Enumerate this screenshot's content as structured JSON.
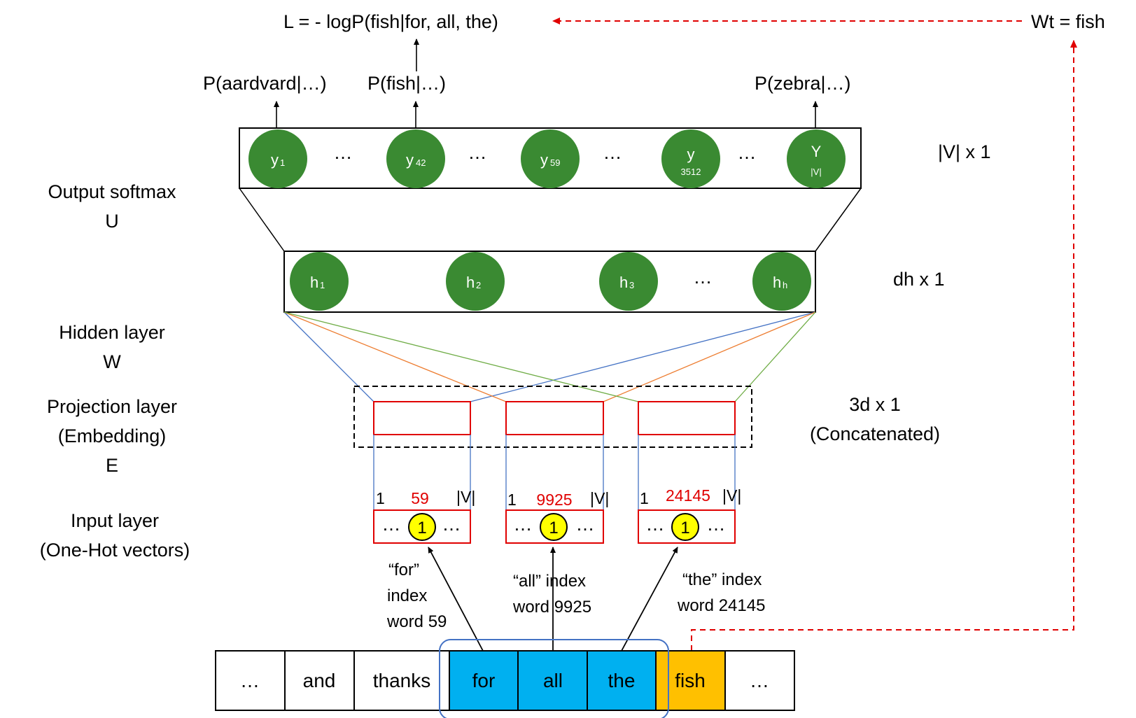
{
  "loss_formula": "L = - logP(fish|for, all, the)",
  "target_label": "Wt = fish",
  "prob_labels": [
    "P(aardvard|…)",
    "P(fish|…)",
    "P(zebra|…)"
  ],
  "output_layer": {
    "title_line1": "Output softmax",
    "title_line2": "U",
    "dim_label": "|V|  x 1",
    "nodes": [
      {
        "main": "y",
        "sub": "1"
      },
      {
        "main": "y",
        "sub": "42"
      },
      {
        "main": "y",
        "sub": "59"
      },
      {
        "main": "y",
        "sub": "3512"
      },
      {
        "main": "Y",
        "sub": "|V|"
      }
    ],
    "ellipsis": "…"
  },
  "hidden_layer": {
    "title_line1": "Hidden layer",
    "title_line2": "W",
    "dim_label": "dh x 1",
    "nodes": [
      {
        "main": "h",
        "sub": "1"
      },
      {
        "main": "h",
        "sub": "2"
      },
      {
        "main": "h",
        "sub": "3"
      },
      {
        "main": "h",
        "sub": "h"
      }
    ],
    "ellipsis": "…"
  },
  "projection_layer": {
    "title_line1": "Projection layer",
    "title_line2": "(Embedding)",
    "title_line3": "E",
    "dim_line1": "3d x 1",
    "dim_line2": "(Concatenated)"
  },
  "input_layer": {
    "title_line1": "Input layer",
    "title_line2": "(One-Hot vectors)",
    "vectors": [
      {
        "start": "1",
        "index": "59",
        "end": "|V|",
        "value": "1",
        "dots": "…"
      },
      {
        "start": "1",
        "index": "9925",
        "end": "|V|",
        "value": "1",
        "dots": "…"
      },
      {
        "start": "1",
        "index": "24145",
        "end": "|V|",
        "value": "1",
        "dots": "…"
      }
    ]
  },
  "annotations": [
    {
      "line1": "“for”",
      "line2": "index",
      "line3": "word 59"
    },
    {
      "line1": "“all” index",
      "line2": "word 9925"
    },
    {
      "line1": "“the” index",
      "line2": "word 24145"
    }
  ],
  "tokens": [
    "…",
    "and",
    "thanks",
    "for",
    "all",
    "the",
    "fish",
    "…"
  ],
  "colors": {
    "node_green": "#3a8a32",
    "context_blue": "#00b0f0",
    "target_orange": "#ffc000",
    "arrow_red": "#e00000",
    "box_red": "#e00000",
    "line_blue": "#4472c4",
    "line_orange": "#ed7d31",
    "line_green": "#70ad47",
    "one_yellow": "#ffff00"
  }
}
